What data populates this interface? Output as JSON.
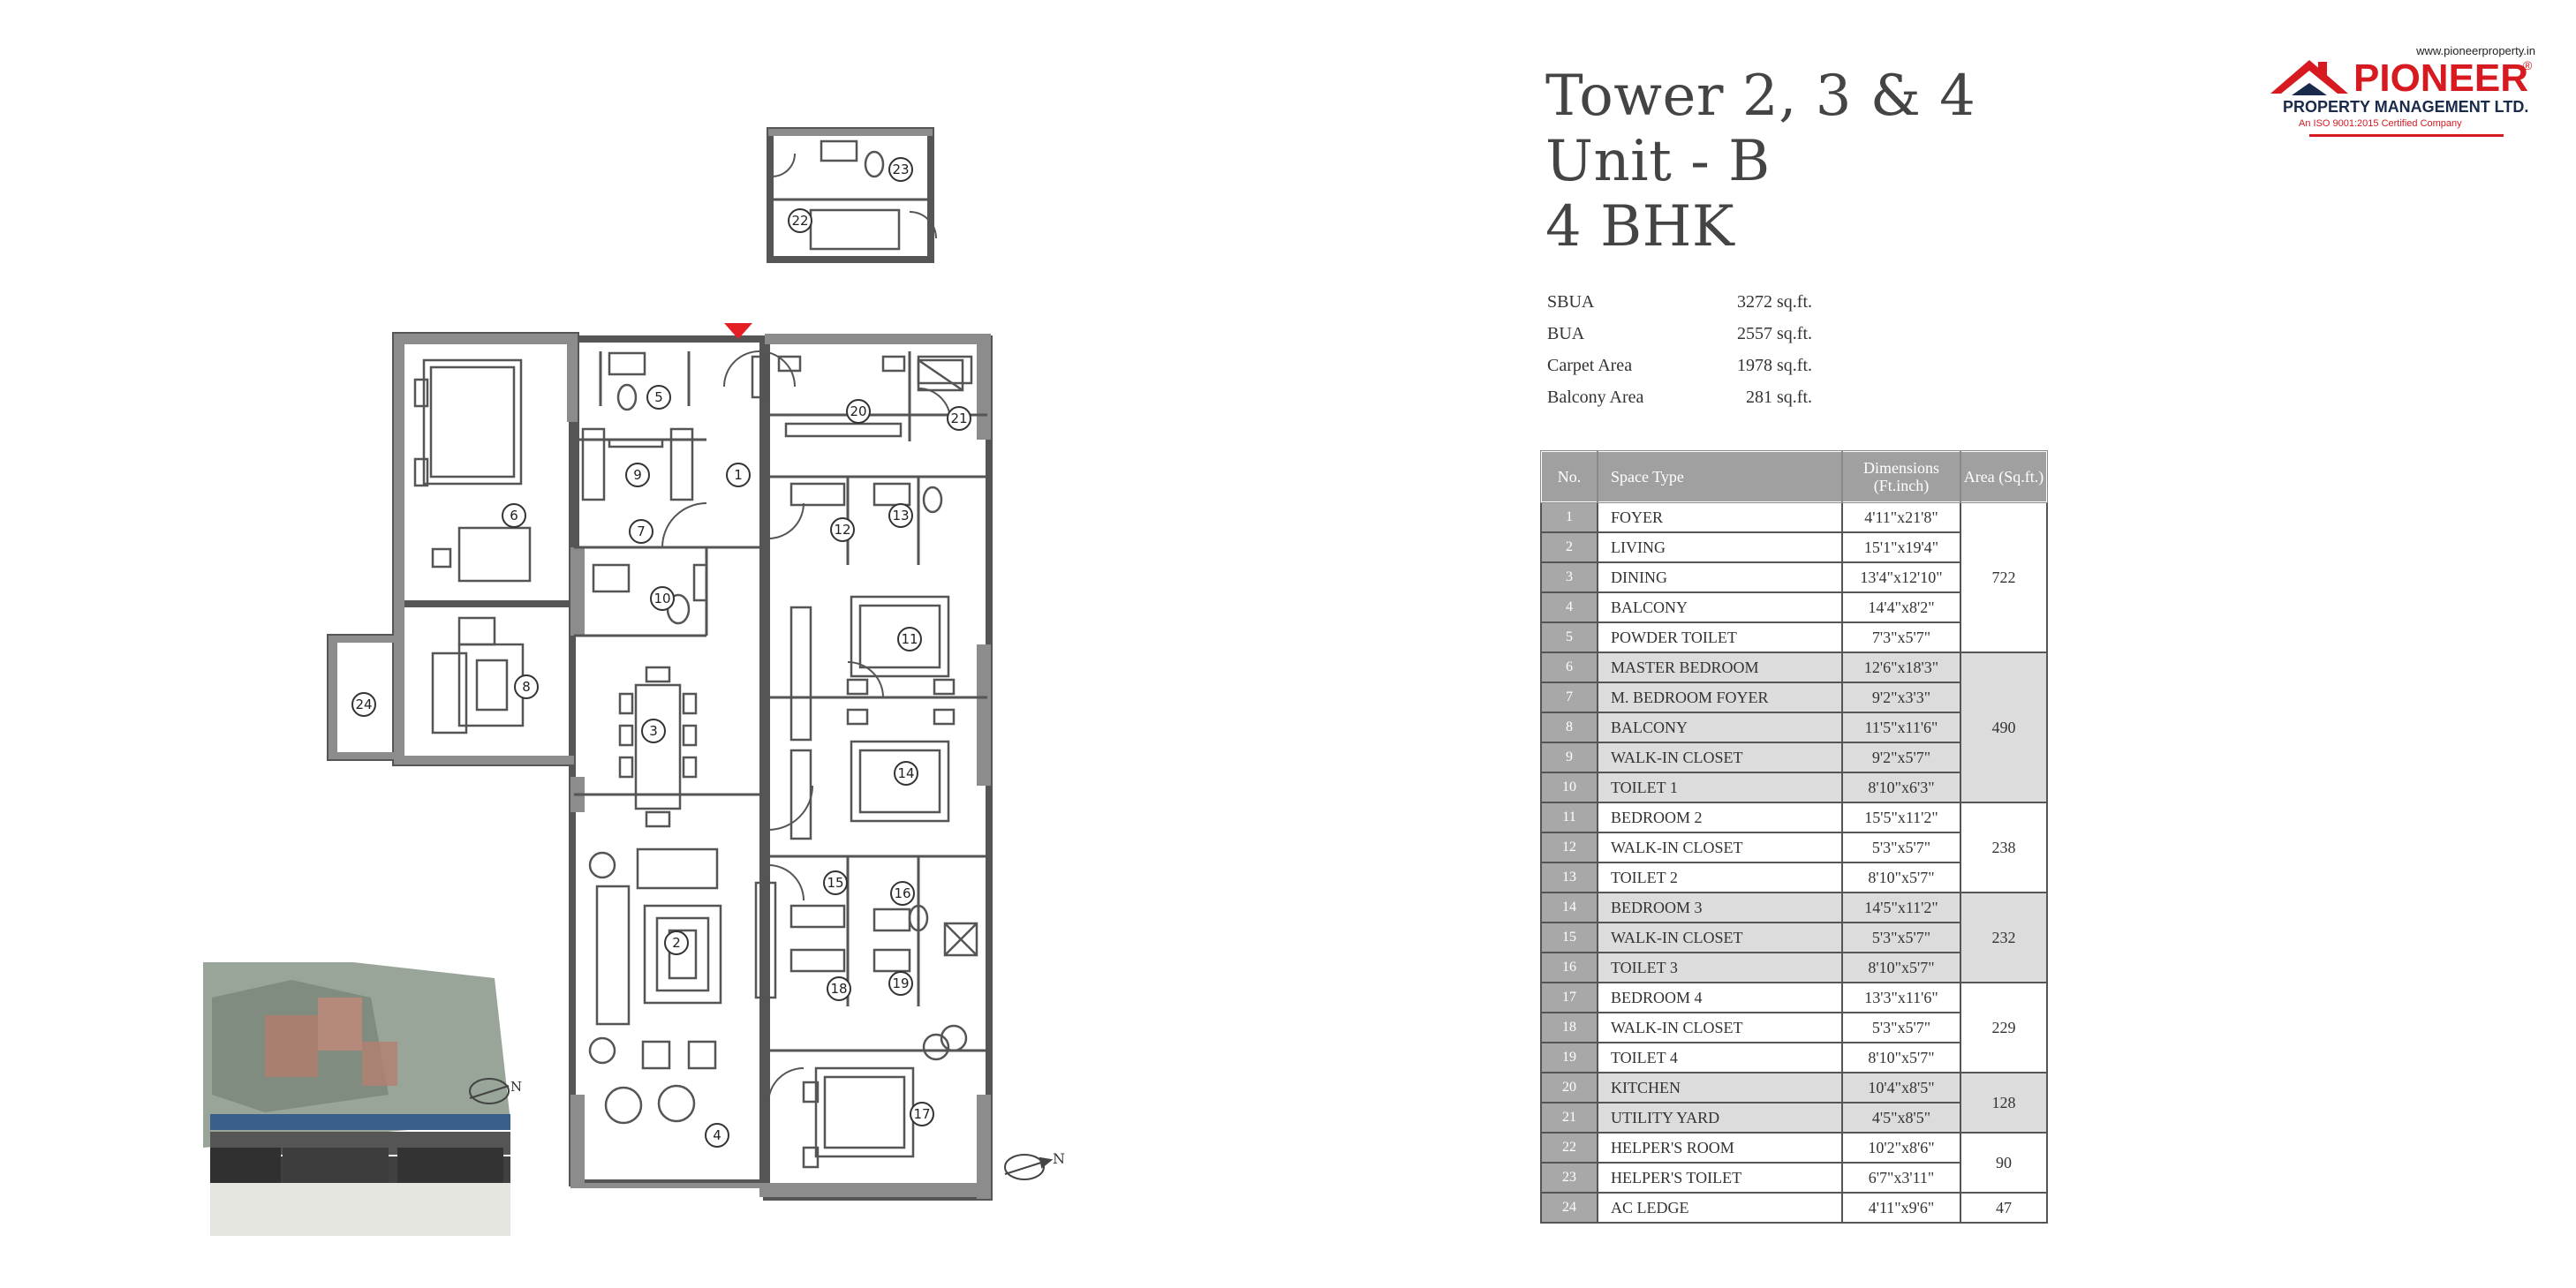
{
  "title": {
    "line1": "Tower 2, 3 & 4",
    "line2": "Unit - B",
    "line3": "4 BHK"
  },
  "areas": [
    {
      "label": "SBUA",
      "value": "3272 sq.ft."
    },
    {
      "label": "BUA",
      "value": "2557  sq.ft."
    },
    {
      "label": "Carpet Area",
      "value": "1978 sq.ft."
    },
    {
      "label": "Balcony Area",
      "value": "281 sq.ft."
    }
  ],
  "brand": {
    "url": "www.pioneerproperty.in",
    "name": "PIONEER",
    "registered": "®",
    "subtitle": "PROPERTY MANAGEMENT LTD.",
    "certification": "An ISO 9001:2015 Certified Company",
    "color": "#d71920"
  },
  "table": {
    "headers": {
      "no": "No.",
      "space_type": "Space Type",
      "dimensions": "Dimensions (Ft.inch)",
      "area": "Area (Sq.ft.)"
    },
    "rows": [
      {
        "no": "1",
        "name": "FOYER",
        "dim": "4'11\"x21'8\""
      },
      {
        "no": "2",
        "name": "LIVING",
        "dim": "15'1\"x19'4\""
      },
      {
        "no": "3",
        "name": "DINING",
        "dim": "13'4\"x12'10\""
      },
      {
        "no": "4",
        "name": "BALCONY",
        "dim": "14'4\"x8'2\""
      },
      {
        "no": "5",
        "name": "POWDER TOILET",
        "dim": "7'3\"x5'7\""
      },
      {
        "no": "6",
        "name": "MASTER BEDROOM",
        "dim": "12'6\"x18'3\""
      },
      {
        "no": "7",
        "name": "M. BEDROOM FOYER",
        "dim": "9'2\"x3'3\""
      },
      {
        "no": "8",
        "name": "BALCONY",
        "dim": "11'5\"x11'6\""
      },
      {
        "no": "9",
        "name": "WALK-IN CLOSET",
        "dim": "9'2\"x5'7\""
      },
      {
        "no": "10",
        "name": "TOILET 1",
        "dim": "8'10\"x6'3\""
      },
      {
        "no": "11",
        "name": "BEDROOM 2",
        "dim": "15'5\"x11'2\""
      },
      {
        "no": "12",
        "name": "WALK-IN CLOSET",
        "dim": "5'3\"x5'7\""
      },
      {
        "no": "13",
        "name": "TOILET 2",
        "dim": "8'10\"x5'7\""
      },
      {
        "no": "14",
        "name": "BEDROOM 3",
        "dim": "14'5\"x11'2\""
      },
      {
        "no": "15",
        "name": "WALK-IN CLOSET",
        "dim": "5'3\"x5'7\""
      },
      {
        "no": "16",
        "name": "TOILET 3",
        "dim": "8'10\"x5'7\""
      },
      {
        "no": "17",
        "name": "BEDROOM 4",
        "dim": "13'3\"x11'6\""
      },
      {
        "no": "18",
        "name": "WALK-IN CLOSET",
        "dim": "5'3\"x5'7\""
      },
      {
        "no": "19",
        "name": "TOILET 4",
        "dim": "8'10\"x5'7\""
      },
      {
        "no": "20",
        "name": "KITCHEN",
        "dim": "10'4\"x8'5\""
      },
      {
        "no": "21",
        "name": "UTILITY YARD",
        "dim": "4'5\"x8'5\""
      },
      {
        "no": "22",
        "name": "HELPER'S ROOM",
        "dim": "10'2\"x8'6\""
      },
      {
        "no": "23",
        "name": "HELPER'S TOILET",
        "dim": "6'7\"x3'11\""
      },
      {
        "no": "24",
        "name": "AC LEDGE",
        "dim": "4'11\"x9'6\""
      }
    ],
    "groups": [
      {
        "area": "722",
        "start": 0,
        "span": 5,
        "shade": false
      },
      {
        "area": "490",
        "start": 5,
        "span": 5,
        "shade": true
      },
      {
        "area": "238",
        "start": 10,
        "span": 3,
        "shade": false
      },
      {
        "area": "232",
        "start": 13,
        "span": 3,
        "shade": true
      },
      {
        "area": "229",
        "start": 16,
        "span": 3,
        "shade": false
      },
      {
        "area": "128",
        "start": 19,
        "span": 2,
        "shade": true
      },
      {
        "area": "90",
        "start": 21,
        "span": 2,
        "shade": false
      },
      {
        "area": "47",
        "start": 23,
        "span": 1,
        "shade": false
      }
    ]
  },
  "plan": {
    "room_numbers": [
      "1",
      "2",
      "3",
      "4",
      "5",
      "6",
      "7",
      "8",
      "9",
      "10",
      "11",
      "12",
      "13",
      "14",
      "15",
      "16",
      "17",
      "18",
      "19",
      "20",
      "21",
      "22",
      "23",
      "24"
    ],
    "north_label": "N",
    "entry_color": "#e31e24"
  },
  "keyplan": {
    "north_label": "N"
  }
}
